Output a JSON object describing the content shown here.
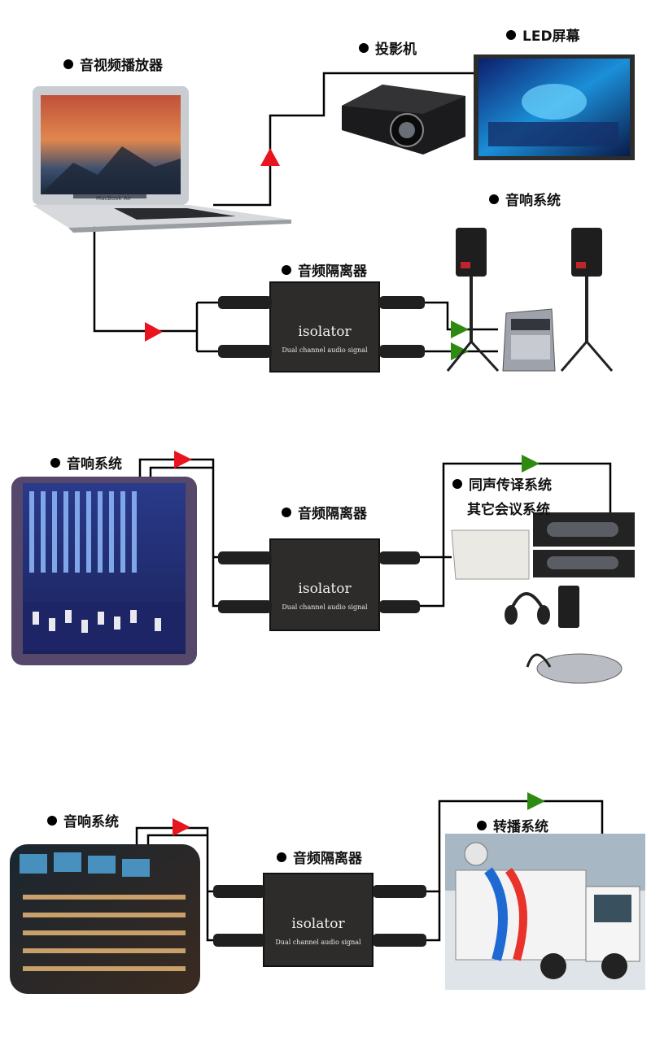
{
  "section1": {
    "player_label": "音视频播放器",
    "projector_label": "投影机",
    "led_label": "LED屏幕",
    "sound_label": "音响系统",
    "isolator_label": "音频隔离器",
    "isolator_brand": "isolator",
    "isolator_sub": "Dual channel audio signal",
    "laptop_brand": "MacBook Air"
  },
  "section2": {
    "sound_label": "音响系统",
    "isolator_label": "音频隔离器",
    "isolator_brand": "isolator",
    "isolator_sub": "Dual channel audio signal",
    "interp_label": "同声传译系统",
    "conf_label": "其它会议系统"
  },
  "section3": {
    "sound_label": "音响系统",
    "isolator_label": "音频隔离器",
    "isolator_brand": "isolator",
    "isolator_sub": "Dual channel audio signal",
    "broadcast_label": "转播系统"
  },
  "colors": {
    "arrow_in": "#e8141e",
    "arrow_out": "#2f8a12",
    "wire": "#000000"
  }
}
